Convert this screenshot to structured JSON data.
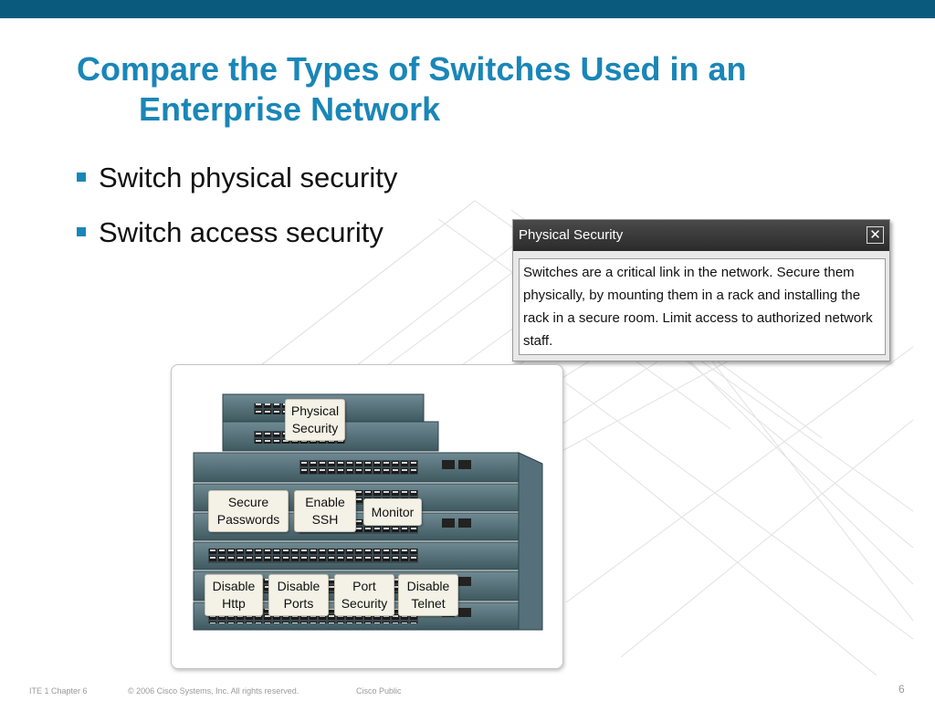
{
  "slide": {
    "title_line1": "Compare the Types of Switches Used in an",
    "title_line2": "Enterprise Network",
    "bullets": [
      {
        "text": "Switch physical security"
      },
      {
        "text": "Switch access security"
      }
    ]
  },
  "popup": {
    "title": "Physical Security",
    "close_icon": "close-icon",
    "close_glyph": "✕",
    "body": "Switches are a critical link in the network. Secure them physically, by mounting them in a rack and installing the rack in a secure room. Limit access to authorized network staff."
  },
  "diagram": {
    "labels": [
      {
        "line1": "Physical",
        "line2": "Security"
      },
      {
        "line1": "Secure",
        "line2": "Passwords"
      },
      {
        "line1": "Enable",
        "line2": "SSH"
      },
      {
        "line1": "Monitor",
        "line2": ""
      },
      {
        "line1": "Disable",
        "line2": "Http"
      },
      {
        "line1": "Disable",
        "line2": "Ports"
      },
      {
        "line1": "Port",
        "line2": "Security"
      },
      {
        "line1": "Disable",
        "line2": "Telnet"
      }
    ]
  },
  "footer": {
    "course": "ITE 1 Chapter 6",
    "copyright": "© 2006 Cisco Systems, Inc. All rights reserved.",
    "classification": "Cisco Public",
    "page": "6"
  },
  "colors": {
    "top_bar": "#0a5a7e",
    "title": "#1a86b8",
    "bullet": "#1a86b8"
  }
}
